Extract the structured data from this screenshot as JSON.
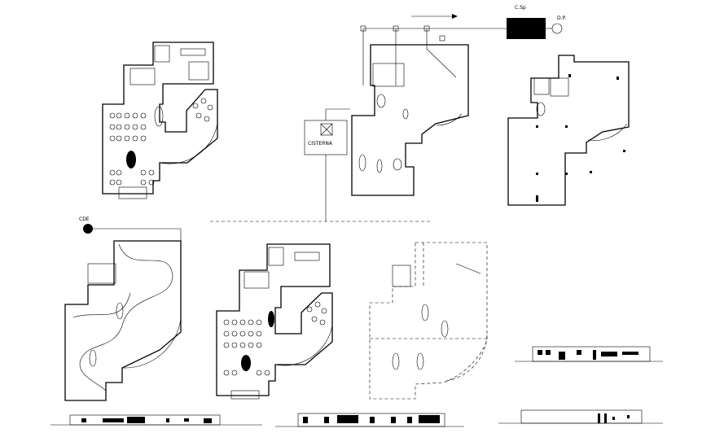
{
  "labels": {
    "csp": "C.Sp",
    "dp": "D.P.",
    "cisterna": "CISTERNA",
    "cde": "CDE"
  },
  "colors": {
    "background": "#ffffff",
    "line": "#000000"
  },
  "icons": {
    "water_tank": "tank-box-icon",
    "meter": "meter-circle-icon",
    "cistern": "cistern-box-icon"
  }
}
